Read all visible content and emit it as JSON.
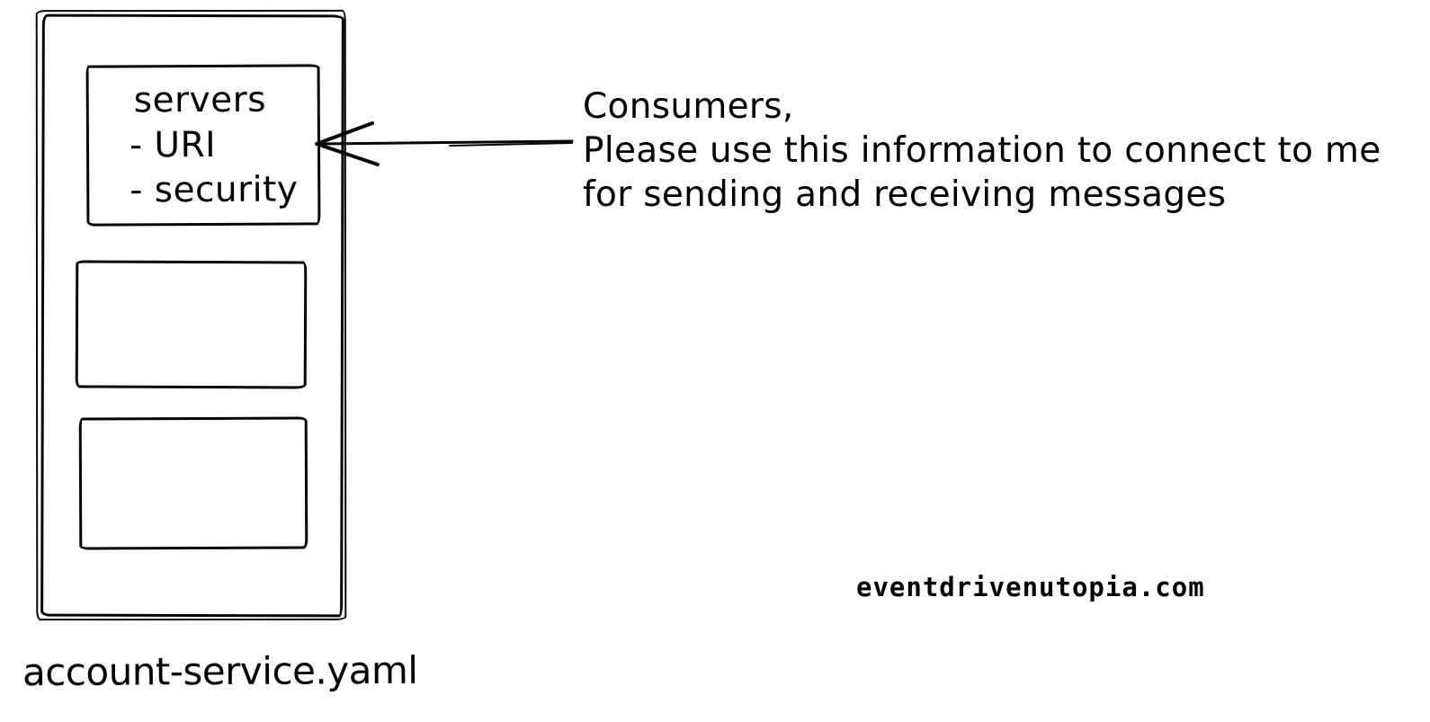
{
  "canvas": {
    "background": "#ffffff",
    "ink": "#000000"
  },
  "yaml_file": {
    "label": "account-service.yaml",
    "servers_box": {
      "title": "servers",
      "items": [
        "- URI",
        "- security"
      ]
    }
  },
  "annotation": {
    "line1": "Consumers,",
    "line2": "Please use this information to connect to me",
    "line3": "for sending and receiving messages"
  },
  "watermark": "eventdrivenutopia.com"
}
